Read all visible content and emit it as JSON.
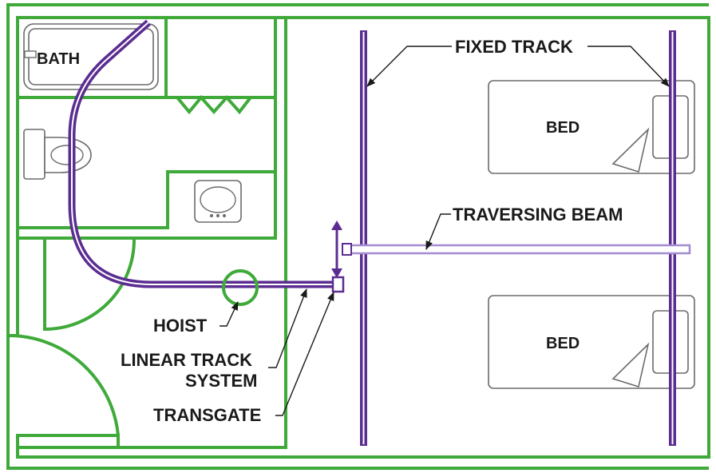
{
  "labels": {
    "bath": "BATH",
    "fixed_track": "FIXED TRACK",
    "bed_top": "BED",
    "bed_bottom": "BED",
    "traversing_beam": "TRAVERSING BEAM",
    "hoist": "HOIST",
    "linear_track_line1": "LINEAR TRACK",
    "linear_track_line2": "SYSTEM",
    "transgate": "TRANSGATE"
  },
  "colors": {
    "wall": "#3faa3a",
    "track": "#5b2d91",
    "beam": "#a58bd0",
    "fixture_stroke": "#6b6b6b",
    "text": "#1a1a1a"
  }
}
